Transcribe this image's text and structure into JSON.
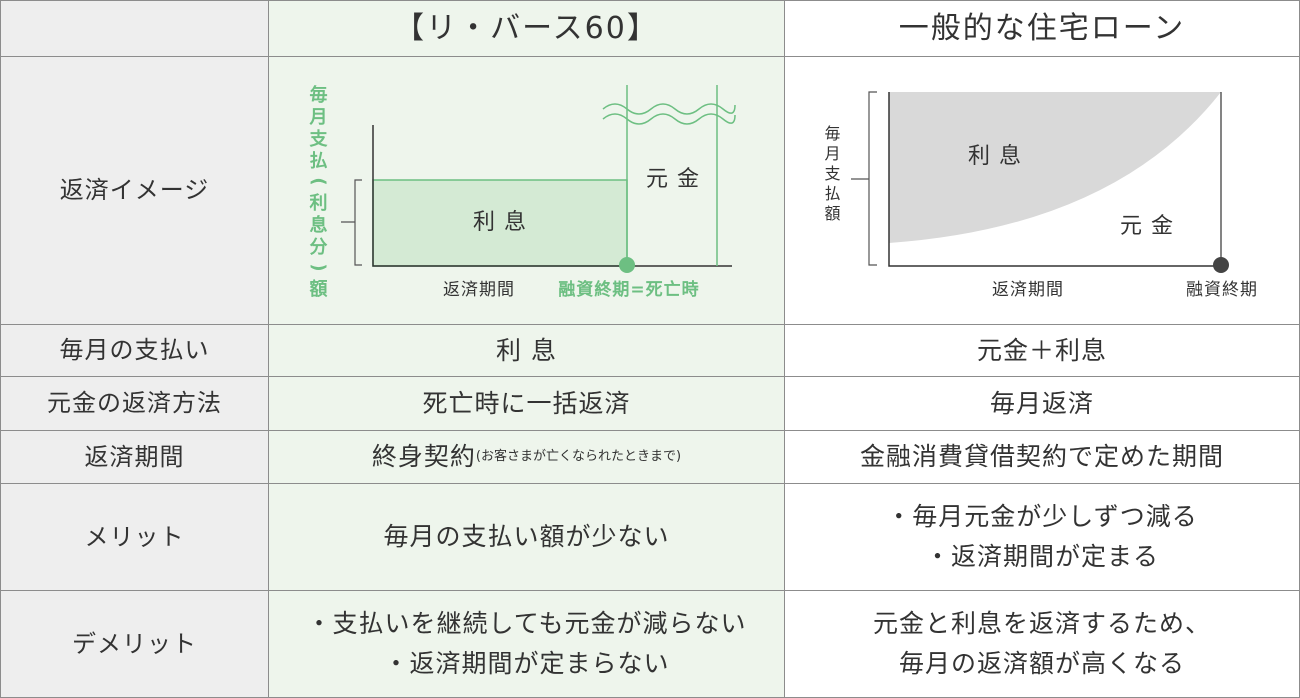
{
  "header": {
    "reverse60": "【リ・バース60】",
    "general": "一般的な住宅ローン"
  },
  "labels": {
    "image": "返済イメージ",
    "monthly": "毎月の支払い",
    "principal_method": "元金の返済方法",
    "period": "返済期間",
    "merit": "メリット",
    "demerit": "デメリット"
  },
  "reverse60": {
    "diagram": {
      "y_label": "毎月支払(利息分)額",
      "interest": "利 息",
      "principal": "元 金",
      "x_label": "返済期間",
      "end_label": "融資終期=死亡時"
    },
    "monthly": "利 息",
    "principal_method": "死亡時に一括返済",
    "period_main": "終身契約",
    "period_note": "(お客さまが亡くなられたときまで)",
    "merit": "毎月の支払い額が少ない",
    "demerit": [
      "・支払いを継続しても元金が減らない",
      "・返済期間が定まらない"
    ]
  },
  "general": {
    "diagram": {
      "y_label": "毎月支払額",
      "interest": "利 息",
      "principal": "元 金",
      "x_label": "返済期間",
      "end_label": "融資終期"
    },
    "monthly": "元金＋利息",
    "principal_method": "毎月返済",
    "period": "金融消費貸借契約で定めた期間",
    "merit": [
      "・毎月元金が少しずつ減る",
      "・返済期間が定まる"
    ],
    "demerit": [
      "元金と利息を返済するため、",
      "毎月の返済額が高くなる"
    ]
  },
  "colors": {
    "green": "#6dbf82",
    "green_fill": "#d4ead4",
    "label_bg": "#eeeeee",
    "reverse_bg": "#eef5ec",
    "gray_fill": "#d9d9d9",
    "dot_dark": "#444444"
  }
}
